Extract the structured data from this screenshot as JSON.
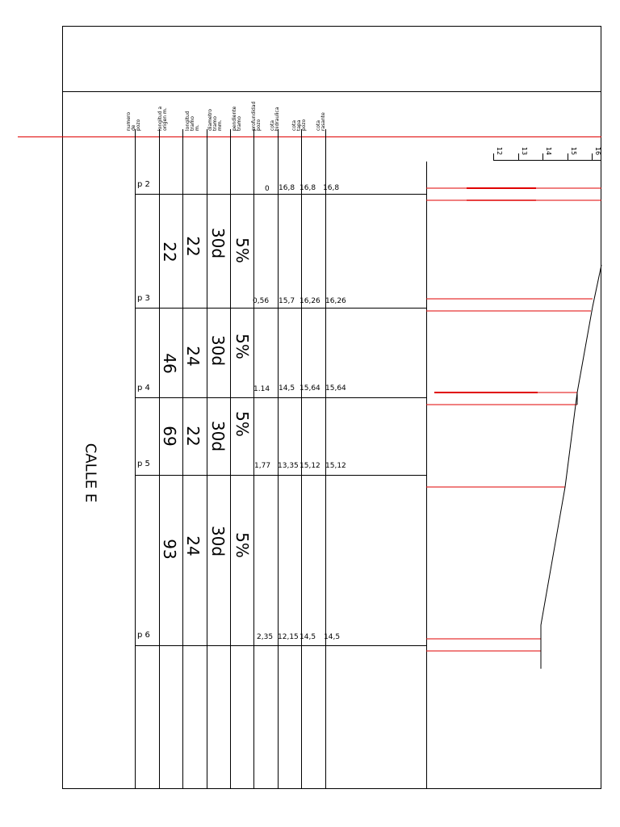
{
  "street_name": "CALLE E",
  "headers": [
    {
      "key": "numero",
      "text": "numero\nde\npozo"
    },
    {
      "key": "longitud_origen",
      "text": "longitud a\norigen m."
    },
    {
      "key": "longitud_tramo",
      "text": "longitud\ntramo\nm."
    },
    {
      "key": "diametro",
      "text": "diametro\ntramo\nmm."
    },
    {
      "key": "pendiente",
      "text": "pendiente\ntramo"
    },
    {
      "key": "profundidad",
      "text": "profundidad\npozo"
    },
    {
      "key": "cota_hidraulica",
      "text": "cota\nhidraulica"
    },
    {
      "key": "cota_pozo",
      "text": "cota\ntapa\npozo"
    },
    {
      "key": "cota_rasante",
      "text": "cota\nrasante"
    }
  ],
  "pozos": [
    {
      "label": "p  2",
      "profundidad": "0",
      "cota_hidraulica": "16,8",
      "cota_tapa": "16,8",
      "cota_rasante": "16,8"
    },
    {
      "label": "p  3",
      "profundidad": "0,56",
      "cota_hidraulica": "15,7",
      "cota_tapa": "16,26",
      "cota_rasante": "16,26"
    },
    {
      "label": "p  4",
      "profundidad": "1.14",
      "cota_hidraulica": "14,5",
      "cota_tapa": "15,64",
      "cota_rasante": "15,64"
    },
    {
      "label": "p  5",
      "profundidad": "1,77",
      "cota_hidraulica": "13,35",
      "cota_tapa": "15,12",
      "cota_rasante": "15,12"
    },
    {
      "label": "p  6",
      "profundidad": "2,35",
      "cota_hidraulica": "12,15",
      "cota_tapa": "14,5",
      "cota_rasante": "14,5"
    }
  ],
  "tramos": [
    {
      "longitud_origen": "22",
      "longitud_tramo": "22",
      "diametro": "30d",
      "pendiente": "5%"
    },
    {
      "longitud_origen": "46",
      "longitud_tramo": "24",
      "diametro": "30d",
      "pendiente": "5%"
    },
    {
      "longitud_origen": "69",
      "longitud_tramo": "22",
      "diametro": "30d",
      "pendiente": "5%"
    },
    {
      "longitud_origen": "93",
      "longitud_tramo": "24",
      "diametro": "30d",
      "pendiente": "5%"
    }
  ],
  "scale_ticks": [
    "12",
    "13",
    "14",
    "15",
    "16"
  ],
  "colors": {
    "line": "#000000",
    "accent": "#e00000"
  }
}
